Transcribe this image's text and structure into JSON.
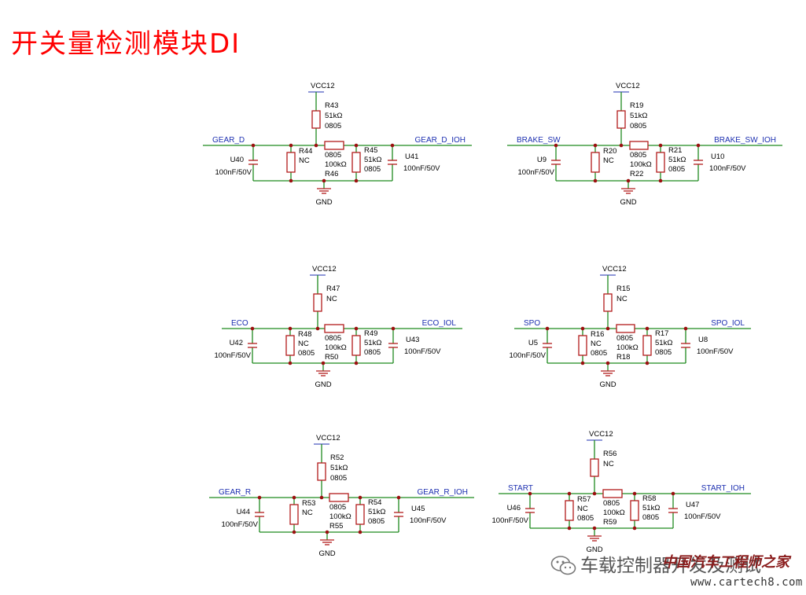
{
  "page_title": "开关量检测模块DI",
  "colors": {
    "title": "#ff0000",
    "wire": "#1f8a1f",
    "component": "#b21b1b",
    "net_label": "#1c2fb0",
    "junction": "#9b1010"
  },
  "circuits": [
    {
      "id": "gear-d",
      "in_net": "GEAR_D",
      "out_net": "GEAR_D_IOH",
      "power": "VCC12",
      "ground": "GND",
      "pullup": {
        "ref": "R43",
        "value": "51kΩ",
        "pkg": "0805"
      },
      "series": {
        "ref": "R46",
        "value": "100kΩ",
        "pkg": "0805"
      },
      "shunt": {
        "ref": "R44",
        "value": "NC",
        "pkg": ""
      },
      "pulldown": {
        "ref": "R45",
        "value": "51kΩ",
        "pkg": "0805"
      },
      "cap_in": {
        "ref": "U40",
        "value": "100nF/50V"
      },
      "cap_out": {
        "ref": "U41",
        "value": "100nF/50V"
      }
    },
    {
      "id": "brake-sw",
      "in_net": "BRAKE_SW",
      "out_net": "BRAKE_SW_IOH",
      "power": "VCC12",
      "ground": "GND",
      "pullup": {
        "ref": "R19",
        "value": "51kΩ",
        "pkg": "0805"
      },
      "series": {
        "ref": "R22",
        "value": "100kΩ",
        "pkg": "0805"
      },
      "shunt": {
        "ref": "R20",
        "value": "NC",
        "pkg": ""
      },
      "pulldown": {
        "ref": "R21",
        "value": "51kΩ",
        "pkg": "0805"
      },
      "cap_in": {
        "ref": "U9",
        "value": "100nF/50V"
      },
      "cap_out": {
        "ref": "U10",
        "value": "100nF/50V"
      }
    },
    {
      "id": "eco",
      "in_net": "ECO",
      "out_net": "ECO_IOL",
      "power": "VCC12",
      "ground": "GND",
      "pullup": {
        "ref": "R47",
        "value": "NC",
        "pkg": ""
      },
      "series": {
        "ref": "R50",
        "value": "100kΩ",
        "pkg": "0805"
      },
      "shunt": {
        "ref": "R48",
        "value": "NC",
        "pkg": "0805"
      },
      "pulldown": {
        "ref": "R49",
        "value": "51kΩ",
        "pkg": "0805"
      },
      "cap_in": {
        "ref": "U42",
        "value": "100nF/50V"
      },
      "cap_out": {
        "ref": "U43",
        "value": "100nF/50V"
      }
    },
    {
      "id": "spo",
      "in_net": "SPO",
      "out_net": "SPO_IOL",
      "power": "VCC12",
      "ground": "GND",
      "pullup": {
        "ref": "R15",
        "value": "NC",
        "pkg": ""
      },
      "series": {
        "ref": "R18",
        "value": "100kΩ",
        "pkg": "0805"
      },
      "shunt": {
        "ref": "R16",
        "value": "NC",
        "pkg": "0805"
      },
      "pulldown": {
        "ref": "R17",
        "value": "51kΩ",
        "pkg": "0805"
      },
      "cap_in": {
        "ref": "U5",
        "value": "100nF/50V"
      },
      "cap_out": {
        "ref": "U8",
        "value": "100nF/50V"
      }
    },
    {
      "id": "gear-r",
      "in_net": "GEAR_R",
      "out_net": "GEAR_R_IOH",
      "power": "VCC12",
      "ground": "GND",
      "pullup": {
        "ref": "R52",
        "value": "51kΩ",
        "pkg": "0805"
      },
      "series": {
        "ref": "R55",
        "value": "100kΩ",
        "pkg": "0805"
      },
      "shunt": {
        "ref": "R53",
        "value": "NC",
        "pkg": ""
      },
      "pulldown": {
        "ref": "R54",
        "value": "51kΩ",
        "pkg": "0805"
      },
      "cap_in": {
        "ref": "U44",
        "value": "100nF/50V"
      },
      "cap_out": {
        "ref": "U45",
        "value": "100nF/50V"
      }
    },
    {
      "id": "start",
      "in_net": "START",
      "out_net": "START_IOH",
      "power": "VCC12",
      "ground": "GND",
      "pullup": {
        "ref": "R56",
        "value": "NC",
        "pkg": ""
      },
      "series": {
        "ref": "R59",
        "value": "100kΩ",
        "pkg": "0805"
      },
      "shunt": {
        "ref": "R57",
        "value": "NC",
        "pkg": "0805"
      },
      "pulldown": {
        "ref": "R58",
        "value": "51kΩ",
        "pkg": "0805"
      },
      "cap_in": {
        "ref": "U46",
        "value": "100nF/50V"
      },
      "cap_out": {
        "ref": "U47",
        "value": "100nF/50V"
      }
    }
  ],
  "watermark": {
    "icon": "wechat-icon",
    "caption": "车载控制器开发及测试",
    "site_name": "中国汽车工程师之家",
    "url": "www.cartech8.com"
  }
}
